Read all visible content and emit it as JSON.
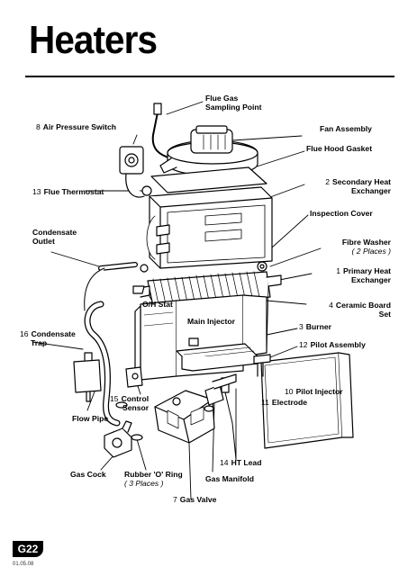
{
  "page": {
    "title": "Heaters",
    "page_code": "G22",
    "footer_code": "01.05.08"
  },
  "labels": {
    "flue_gas": "Flue Gas",
    "sampling_point": "Sampling Point",
    "air_pressure_switch": {
      "num": "8",
      "text": "Air Pressure Switch"
    },
    "fan_assembly": "Fan Assembly",
    "flue_hood_gasket": "Flue Hood Gasket",
    "secondary_heat": {
      "num": "2",
      "text": "Secondary Heat",
      "text2": "Exchanger"
    },
    "flue_thermostat": {
      "num": "13",
      "text": "Flue Thermostat"
    },
    "inspection_cover": "Inspection Cover",
    "condensate_outlet": {
      "text": "Condensate",
      "text2": "Outlet"
    },
    "fibre_washer": {
      "text": "Fibre Washer",
      "sub": "( 2 Places )"
    },
    "primary_heat": {
      "num": "1",
      "text": "Primary Heat",
      "text2": "Exchanger"
    },
    "oh_stat": "O/H Stat",
    "ceramic_board": {
      "num": "4",
      "text": "Ceramic Board",
      "text2": "Set"
    },
    "main_injector": "Main Injector",
    "condensate_trap": {
      "num": "16",
      "text": "Condensate",
      "text2": "Trap"
    },
    "burner": {
      "num": "3",
      "text": "Burner"
    },
    "pilot_assembly": {
      "num": "12",
      "text": "Pilot Assembly"
    },
    "pilot_injector": {
      "num": "10",
      "text": "Pilot Injector"
    },
    "control_sensor": {
      "num": "15",
      "text": "Control",
      "text2": "Sensor"
    },
    "electrode": {
      "num": "11",
      "text": "Electrode"
    },
    "flow_pipe": "Flow Pipe",
    "ht_lead": {
      "num": "14",
      "text": "HT Lead"
    },
    "gas_cock": "Gas Cock",
    "rubber_o_ring": {
      "text": "Rubber 'O' Ring",
      "sub": "( 3 Places )"
    },
    "gas_manifold": "Gas Manifold",
    "gas_valve": {
      "num": "7",
      "text": "Gas Valve"
    }
  }
}
